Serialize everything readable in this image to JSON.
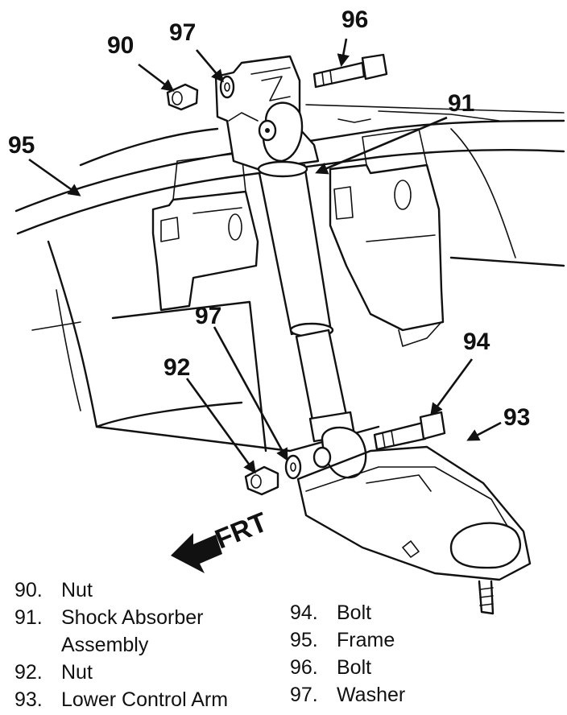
{
  "callouts": {
    "c90": "90",
    "c91": "91",
    "c92": "92",
    "c93": "93",
    "c94": "94",
    "c95": "95",
    "c96": "96",
    "c97a": "97",
    "c97b": "97"
  },
  "direction_label": "FRT",
  "legend": {
    "left": [
      {
        "num": "90.",
        "text": "Nut"
      },
      {
        "num": "91.",
        "text": "Shock Absorber"
      },
      {
        "num": "",
        "text": "Assembly"
      },
      {
        "num": "92.",
        "text": "Nut"
      },
      {
        "num": "93.",
        "text": "Lower Control Arm"
      }
    ],
    "right": [
      {
        "num": "94.",
        "text": "Bolt"
      },
      {
        "num": "95.",
        "text": "Frame"
      },
      {
        "num": "96.",
        "text": "Bolt"
      },
      {
        "num": "97.",
        "text": "Washer"
      }
    ]
  }
}
